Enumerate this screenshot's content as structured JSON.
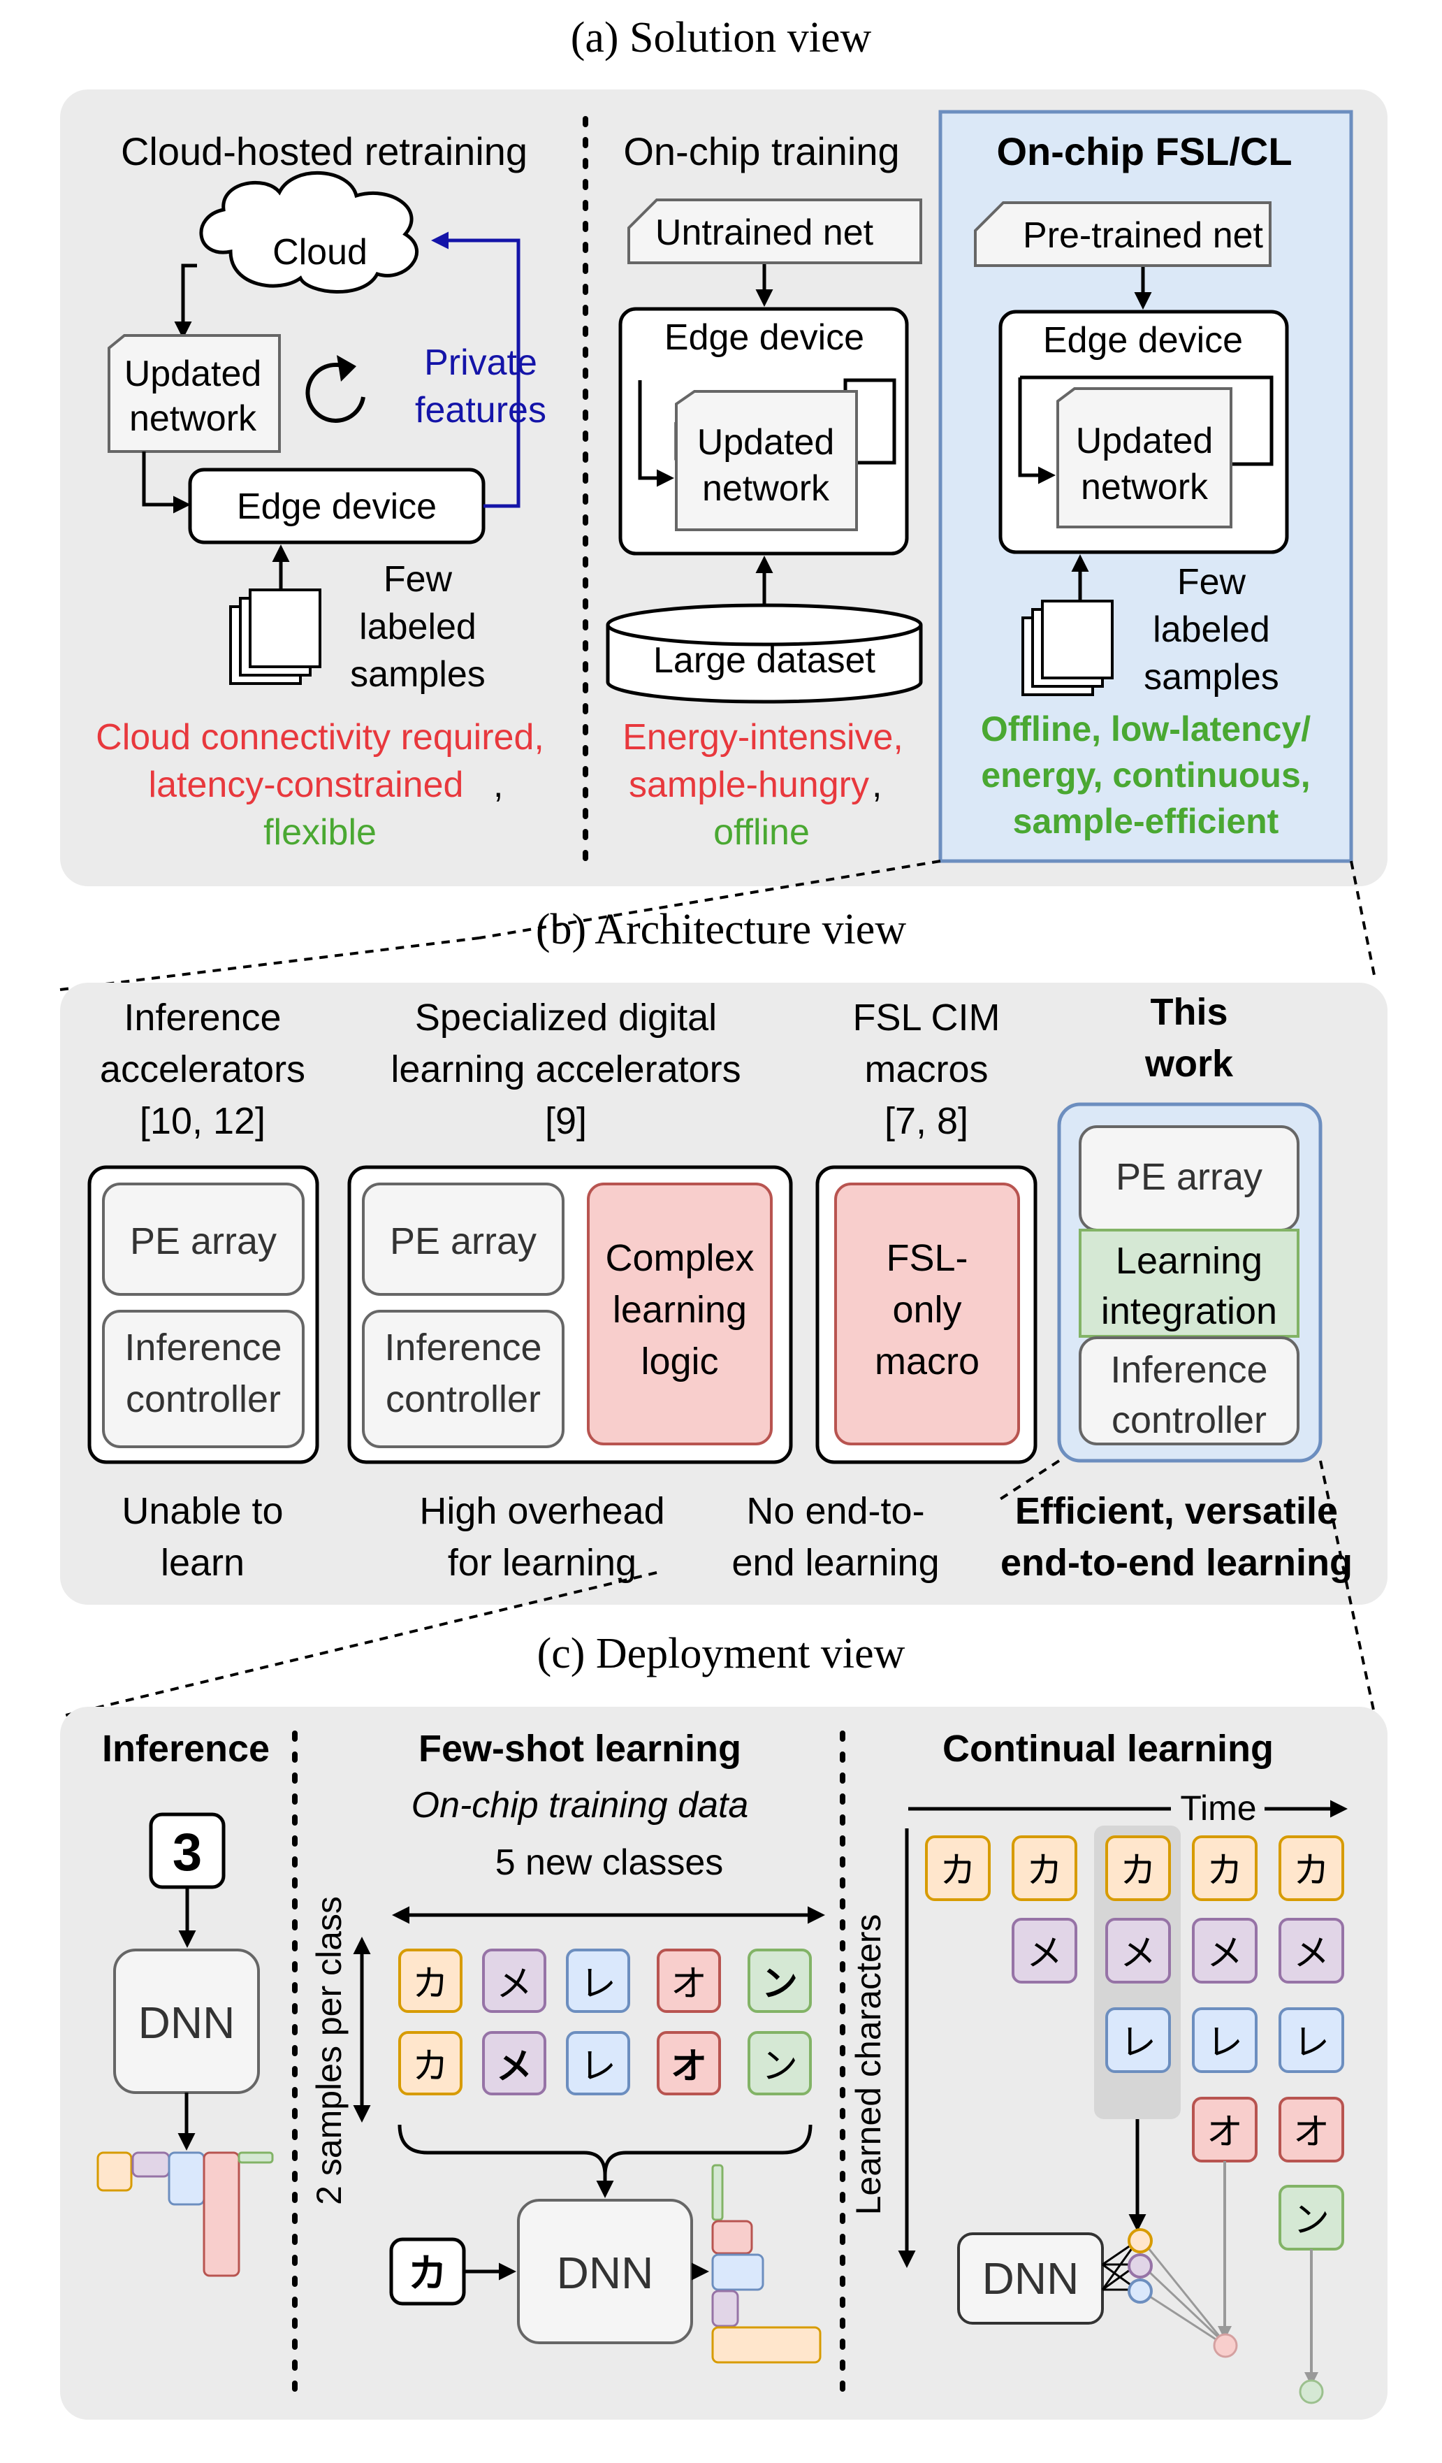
{
  "captions": {
    "a": "(a) Solution view",
    "b": "(b) Architecture view",
    "c": "(c) Deployment view"
  },
  "solution": {
    "cloud_col": {
      "title": "Cloud-hosted retraining",
      "cloud": "Cloud",
      "updated_network": [
        "Updated",
        "network"
      ],
      "private_features": [
        "Private",
        "features"
      ],
      "edge_device": "Edge device",
      "few_samples": [
        "Few",
        "labeled",
        "samples"
      ],
      "cons": [
        "Cloud connectivity required,",
        "latency-constrained"
      ],
      "comma": ",",
      "pro": "flexible"
    },
    "onchip_col": {
      "title": "On-chip training",
      "untrained": "Untrained net",
      "edge_device": "Edge device",
      "updated_network": [
        "Updated",
        "network"
      ],
      "dataset": "Large dataset",
      "cons": [
        "Energy-intensive,",
        "sample-hungry"
      ],
      "comma": ",",
      "pro": "offline"
    },
    "fsl_col": {
      "title": "On-chip FSL/CL",
      "pretrained": "Pre-trained net",
      "edge_device": "Edge device",
      "updated_network": [
        "Updated",
        "network"
      ],
      "few_samples": [
        "Few",
        "labeled",
        "samples"
      ],
      "pros": [
        "Offline, low-latency/",
        "energy, continuous,",
        "sample-efficient"
      ]
    }
  },
  "architecture": {
    "inference": {
      "title": [
        "Inference",
        "accelerators",
        "[10, 12]"
      ],
      "pe": "PE array",
      "ctrl": [
        "Inference",
        "controller"
      ],
      "note": [
        "Unable to",
        "learn"
      ]
    },
    "digital": {
      "title": [
        "Specialized digital",
        "learning accelerators",
        "[9]"
      ],
      "pe": "PE array",
      "ctrl": [
        "Inference",
        "controller"
      ],
      "logic": [
        "Complex",
        "learning",
        "logic"
      ],
      "note": [
        "High overhead",
        "for learning"
      ]
    },
    "cim": {
      "title": [
        "FSL CIM",
        "macros",
        "[7, 8]"
      ],
      "macro": [
        "FSL-",
        "only",
        "macro"
      ],
      "note": [
        "No end-to-",
        "end learning"
      ]
    },
    "this": {
      "title": [
        "This",
        "work"
      ],
      "pe": "PE array",
      "learning": [
        "Learning",
        "integration"
      ],
      "ctrl": [
        "Inference",
        "controller"
      ],
      "note": [
        "Efficient, versatile",
        "end-to-end learning"
      ]
    }
  },
  "deployment": {
    "inference": {
      "title": "Inference",
      "digit": "3",
      "dnn": "DNN"
    },
    "fsl": {
      "title": "Few-shot learning",
      "subtitle": "On-chip training data",
      "new_classes": "5 new classes",
      "samples_label": "2 samples per class",
      "row1": [
        "カ",
        "メ",
        "レ",
        "オ",
        "ン"
      ],
      "row2": [
        "カ",
        "メ",
        "レ",
        "オ",
        "ン"
      ],
      "query": "カ",
      "dnn": "DNN"
    },
    "cl": {
      "title": "Continual learning",
      "time": "Time",
      "learned": "Learned characters",
      "grid": [
        [
          "カ",
          "カ",
          "カ",
          "カ",
          "カ"
        ],
        [
          "",
          "メ",
          "メ",
          "メ",
          "メ"
        ],
        [
          "",
          "",
          "レ",
          "レ",
          "レ"
        ],
        [
          "",
          "",
          "",
          "オ",
          "オ"
        ],
        [
          "",
          "",
          "",
          "",
          "ン"
        ]
      ],
      "dnn": "DNN"
    }
  },
  "colors": {
    "red": "#e8383d",
    "green": "#4aa832",
    "blue_text": "#1414a8",
    "panel_gray": "#ebebeb",
    "fsl_blue": "#dbe8f7",
    "fsl_blue_border": "#6c8ebf",
    "pink_fill": "#f8cecc",
    "pink_border": "#b85450",
    "green_fill": "#d5e8d4",
    "green_border": "#82b366",
    "orange_fill": "#ffe6cc",
    "orange_border": "#d79b00",
    "purple_fill": "#e1d5e7",
    "purple_border": "#9673a6",
    "lightblue_fill": "#dae8fc",
    "lightblue_border": "#6c8ebf"
  }
}
